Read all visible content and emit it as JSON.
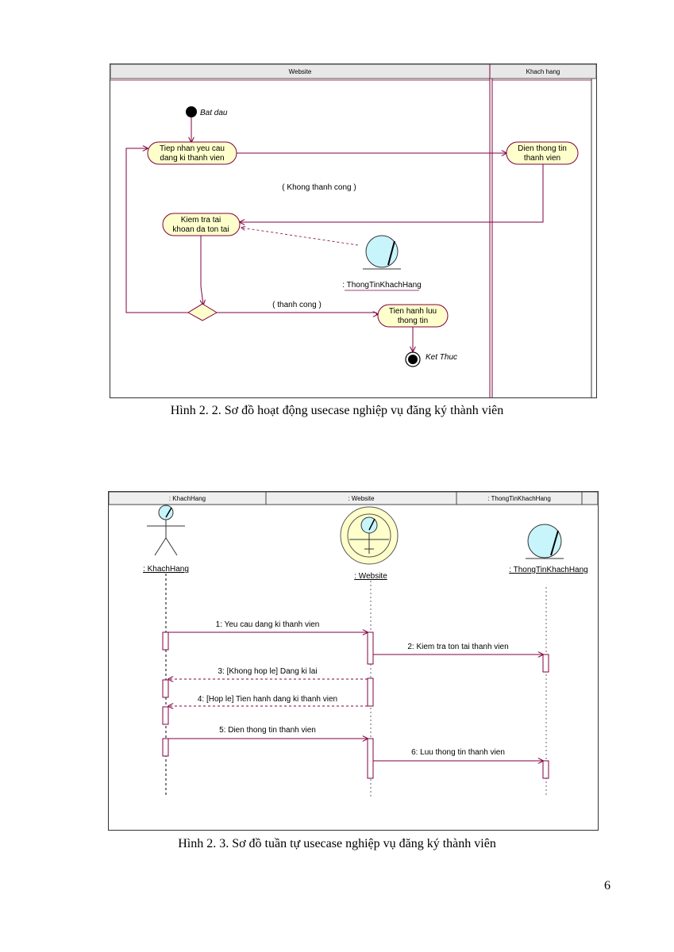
{
  "activity_diagram": {
    "swimlanes": [
      "Website",
      "Khach hang"
    ],
    "start_label": "Bat dau",
    "end_label": "Ket Thuc",
    "actions": {
      "receive_request": [
        "Tiep nhan yeu cau",
        "dang ki thanh vien"
      ],
      "fill_info": [
        "Dien thong tin",
        "thanh vien"
      ],
      "check_account": [
        "Kiem tra tai",
        "khoan da ton tai"
      ],
      "save": [
        "Tien hanh luu",
        "thong tin"
      ]
    },
    "guards": {
      "fail": "( Khong thanh cong )",
      "success": "( thanh cong )"
    },
    "entity_object": ": ThongTinKhachHang"
  },
  "sequence_diagram": {
    "lifeline_headers": [
      ": KhachHang",
      ": Website",
      ": ThongTinKhachHang"
    ],
    "lifelines": {
      "actor": ": KhachHang",
      "boundary": ": Website",
      "entity": ": ThongTinKhachHang"
    },
    "messages": [
      "1: Yeu cau dang ki thanh vien",
      "2: Kiem tra ton tai thanh vien",
      "3: [Khong hop le] Dang ki lai",
      "4: [Hop le] Tien hanh dang ki thanh vien",
      "5: Dien thong tin thanh vien",
      "6: Luu thong tin thanh vien"
    ]
  },
  "captions": {
    "fig1": "Hình 2. 2. Sơ đồ hoạt động usecase nghiệp vụ đăng ký thành viên",
    "fig2": "Hình 2. 3. Sơ đồ tuần tự usecase nghiệp vụ đăng ký thành viên"
  },
  "page_number": "6",
  "colors": {
    "action_fill": "#ffffcc",
    "line": "#800040",
    "entity_fill": "#c8f4fb",
    "boundary_fill": "#ffffcc"
  }
}
